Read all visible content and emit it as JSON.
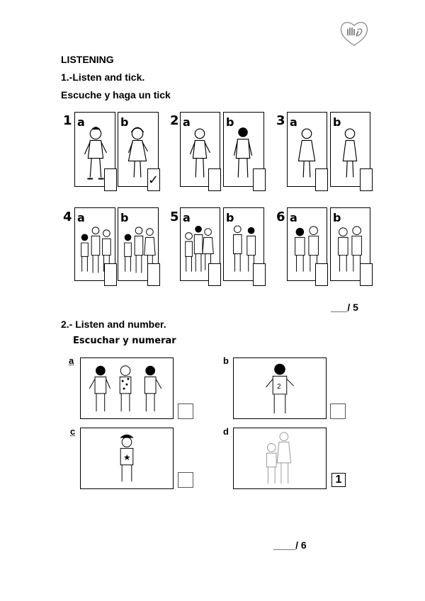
{
  "section_title": "LISTENING",
  "q1": {
    "title": "1.-Listen and tick.",
    "subtitle": "Escuche y haga un tick",
    "groups": [
      {
        "number": "1",
        "a": "a",
        "b": "b",
        "ticked": "b"
      },
      {
        "number": "2",
        "a": "a",
        "b": "b",
        "ticked": ""
      },
      {
        "number": "3",
        "a": "a",
        "b": "b",
        "ticked": ""
      },
      {
        "number": "4",
        "a": "a",
        "b": "b",
        "ticked": ""
      },
      {
        "number": "5",
        "a": "a",
        "b": "b",
        "ticked": ""
      },
      {
        "number": "6",
        "a": "a",
        "b": "b",
        "ticked": ""
      }
    ],
    "tick_mark": "✓",
    "score": "___/ 5"
  },
  "q2": {
    "title": "2.- Listen and number.",
    "subtitle": "Escuchar y numerar",
    "items": [
      {
        "letter": "a",
        "answer": ""
      },
      {
        "letter": "b",
        "answer": ""
      },
      {
        "letter": "c",
        "answer": ""
      },
      {
        "letter": "d",
        "answer": "1"
      }
    ],
    "score": "____/ 6"
  },
  "logo_icon": "hand-heart-icon"
}
